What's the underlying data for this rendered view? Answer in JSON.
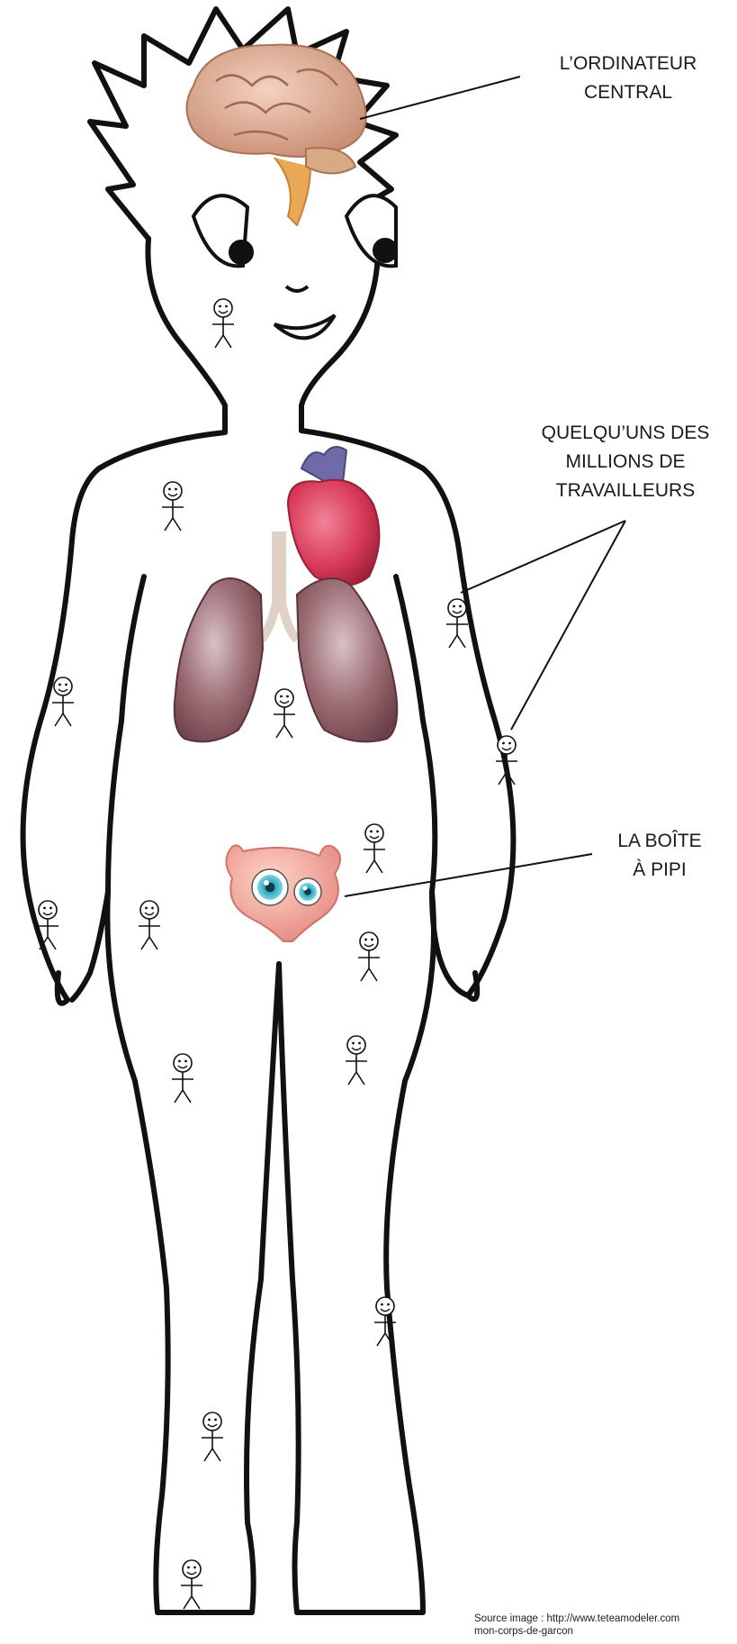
{
  "labels": {
    "brain": [
      "L’ORDINATEUR",
      "CENTRAL"
    ],
    "workers": [
      "QUELQU’UNS DES",
      "MILLIONS DE",
      "TRAVAILLEURS"
    ],
    "bladder": [
      "LA BOÎTE",
      "À PIPI"
    ]
  },
  "source": {
    "line1": "Source image : http://www.teteamodeler.com",
    "line2": "mon-corps-de-garcon"
  },
  "colors": {
    "outline": "#111111",
    "brain": "#e3b69a",
    "brainstem": "#e8a858",
    "heart": "#d83a58",
    "lungs": "#8a5a62",
    "bladder": "#f2a59a",
    "eye": "#2aa7bd"
  },
  "icons": [
    "brain-icon",
    "heart-icon",
    "lungs-icon",
    "bladder-icon",
    "stick-figure-icon"
  ]
}
